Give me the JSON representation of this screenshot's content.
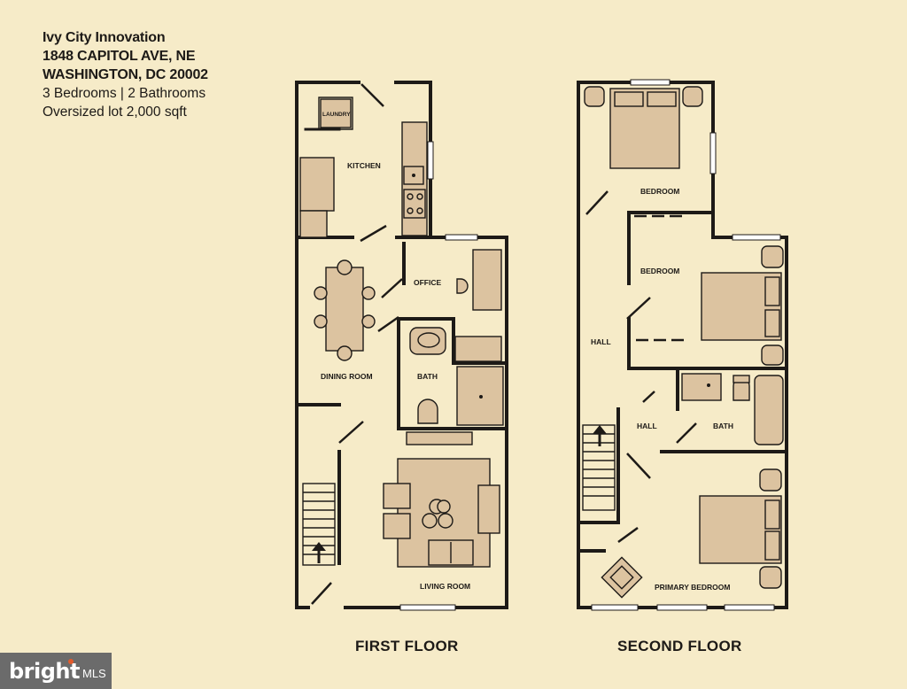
{
  "header": {
    "project": "Ivy City Innovation",
    "street": "1848 CAPITOL AVE, NE",
    "city": "WASHINGTON, DC 20002",
    "rooms": "3 Bedrooms | 2 Bathrooms",
    "lot": "Oversized lot 2,000 sqft"
  },
  "floors": {
    "first": {
      "label": "FIRST FLOOR",
      "rooms": {
        "laundry": "LAUNDRY",
        "kitchen": "KITCHEN",
        "office": "OFFICE",
        "dining": "DINING ROOM",
        "bath": "BATH",
        "living": "LIVING ROOM"
      }
    },
    "second": {
      "label": "SECOND FLOOR",
      "rooms": {
        "bedroom_top": "BEDROOM",
        "bedroom_mid": "BEDROOM",
        "hall_left": "HALL",
        "hall_mid": "HALL",
        "bath": "BATH",
        "primary": "PRIMARY BEDROOM"
      }
    }
  },
  "watermark": {
    "brand": "bright",
    "suffix": "MLS"
  },
  "colors": {
    "background": "#f6ebc8",
    "wall": "#1d1a17",
    "furniture": "#dcc3a0",
    "window": "#ffffff"
  }
}
